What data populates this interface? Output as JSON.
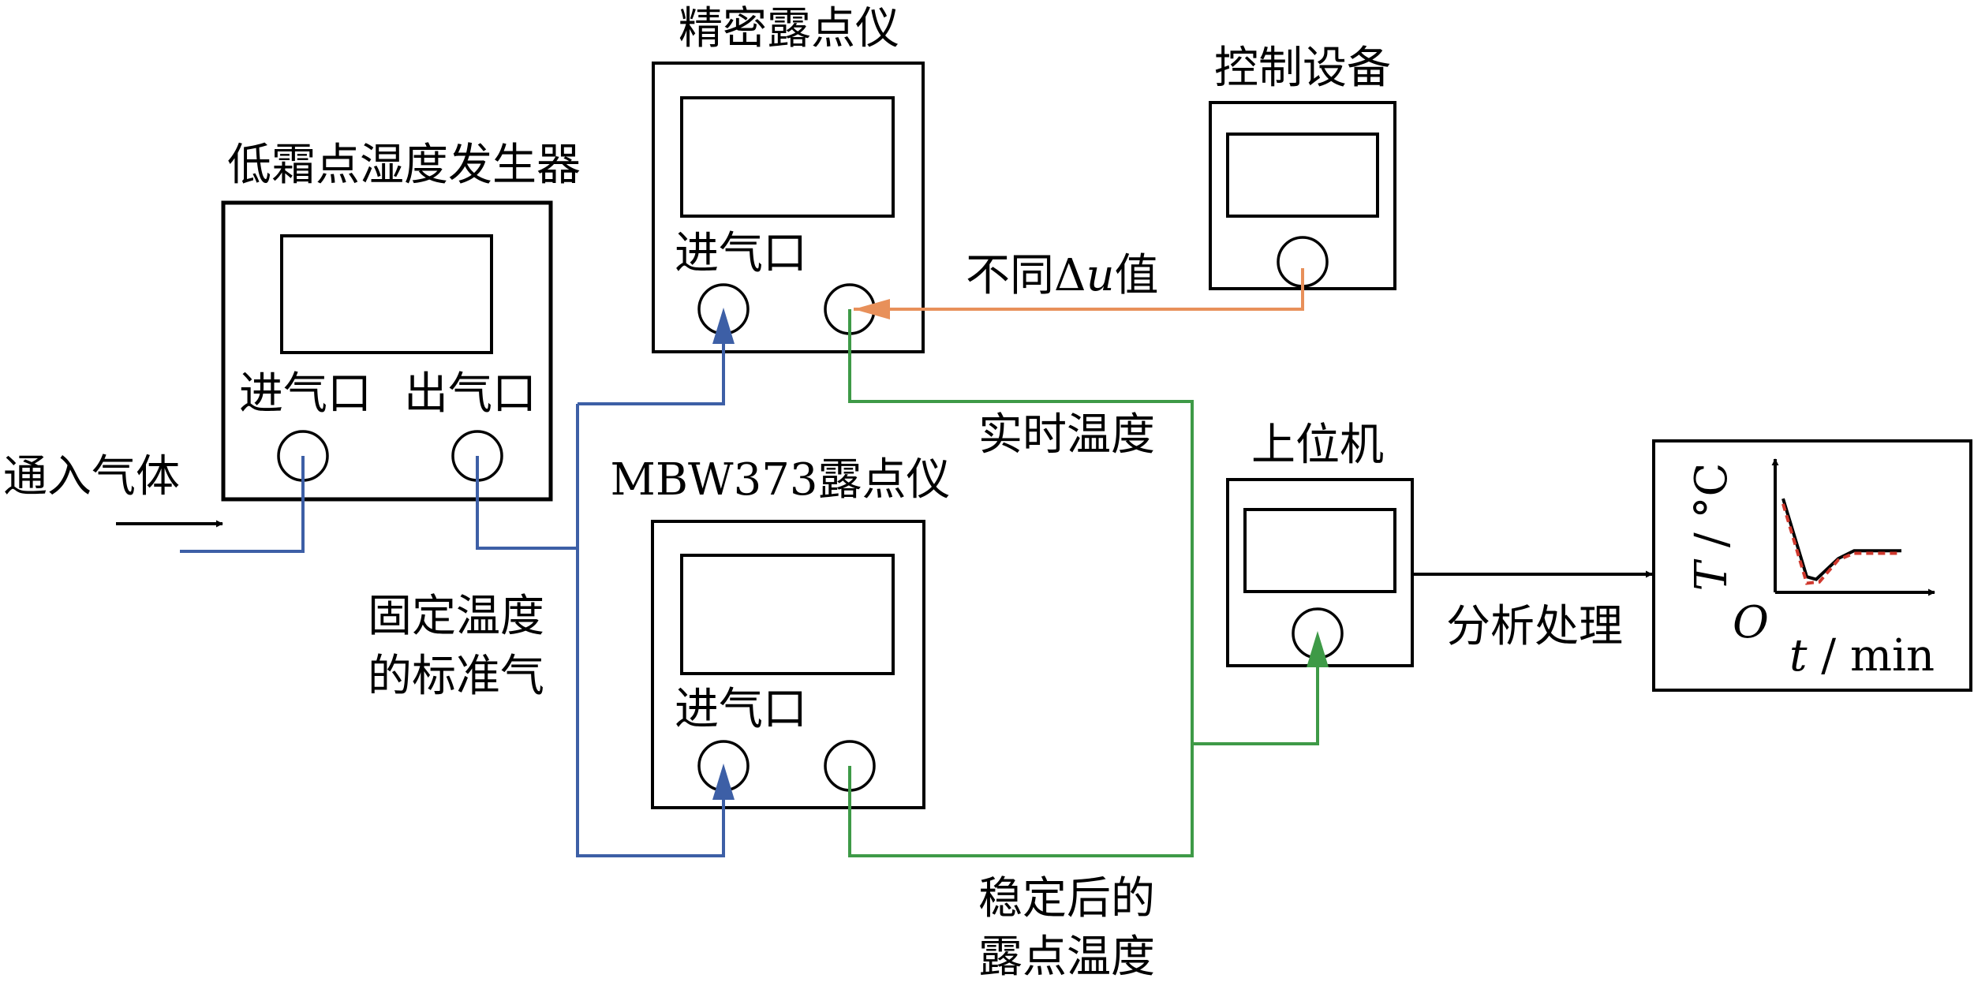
{
  "devices": {
    "generator": {
      "title": "低霜点湿度发生器",
      "inlet_label": "进气口",
      "outlet_label": "出气口"
    },
    "precision_hygrometer": {
      "title": "精密露点仪",
      "inlet_label": "进气口"
    },
    "control_device": {
      "title": "控制设备"
    },
    "mbw_hygrometer": {
      "title": "MBW373露点仪",
      "inlet_label": "进气口"
    },
    "host_computer": {
      "title": "上位机"
    }
  },
  "flows": {
    "gas_in": "通入气体",
    "standard_gas_line1": "固定温度",
    "standard_gas_line2": "的标准气",
    "delta_u_prefix": "不同Δ",
    "delta_u_var": "u",
    "delta_u_suffix": "值",
    "realtime_temp": "实时温度",
    "stable_line1": "稳定后的",
    "stable_line2": "露点温度",
    "analysis": "分析处理"
  },
  "colors": {
    "gas_line": "#3d5fa6",
    "control_line": "#e8905a",
    "signal_line": "#3e9a47",
    "measured_curve": "#000000",
    "reference_curve": "#d0392e"
  },
  "chart_data": {
    "type": "line",
    "xlabel_var": "t",
    "xlabel_unit": " / min",
    "ylabel_var": "T",
    "ylabel_unit": " / °C",
    "origin_label": "O",
    "series": [
      {
        "x": [
          0.5,
          2,
          2.6,
          4,
          5,
          8
        ],
        "y": [
          7.2,
          1.2,
          1.0,
          2.6,
          3.2,
          3.2
        ]
      },
      {
        "x": [
          0.5,
          2,
          2.8,
          4,
          5,
          8
        ],
        "y": [
          6.8,
          0.7,
          0.8,
          2.5,
          3.0,
          3.0
        ]
      }
    ],
    "xlim": [
      0,
      10
    ],
    "ylim": [
      0,
      10
    ]
  }
}
